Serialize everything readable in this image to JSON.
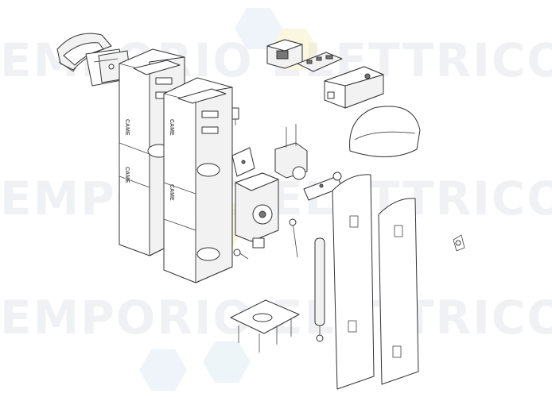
{
  "watermark": {
    "text": "EMPORIO ELETTRICO",
    "color": "#c8ced6"
  },
  "diagram": {
    "type": "exploded-parts-drawing",
    "brand_logo": "CAME",
    "accent_colors": [
      "#f3e7a8",
      "#cfe1ef"
    ]
  }
}
